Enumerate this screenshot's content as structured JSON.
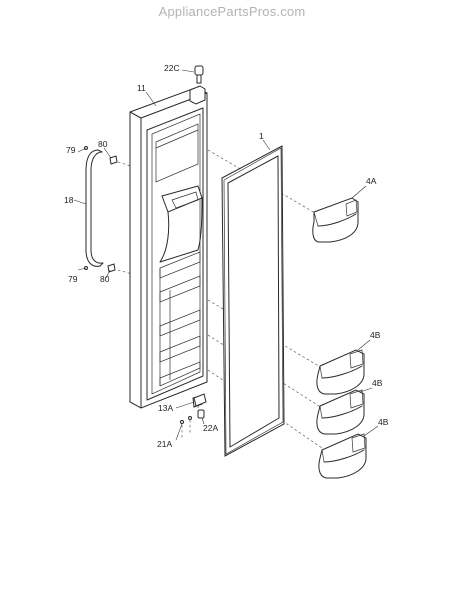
{
  "watermark": "AppliancePartsPros.com",
  "parts": [
    {
      "id": "22c",
      "label": "22C"
    },
    {
      "id": "11",
      "label": "11"
    },
    {
      "id": "1",
      "label": "1"
    },
    {
      "id": "80-top",
      "label": "80"
    },
    {
      "id": "79-top",
      "label": "79"
    },
    {
      "id": "18",
      "label": "18"
    },
    {
      "id": "79-bottom",
      "label": "79"
    },
    {
      "id": "80-bottom",
      "label": "80"
    },
    {
      "id": "4a",
      "label": "4A"
    },
    {
      "id": "4b-1",
      "label": "4B"
    },
    {
      "id": "4b-2",
      "label": "4B"
    },
    {
      "id": "4b-3",
      "label": "4B"
    },
    {
      "id": "13a",
      "label": "13A"
    },
    {
      "id": "22a",
      "label": "22A"
    },
    {
      "id": "21a",
      "label": "21A"
    }
  ]
}
